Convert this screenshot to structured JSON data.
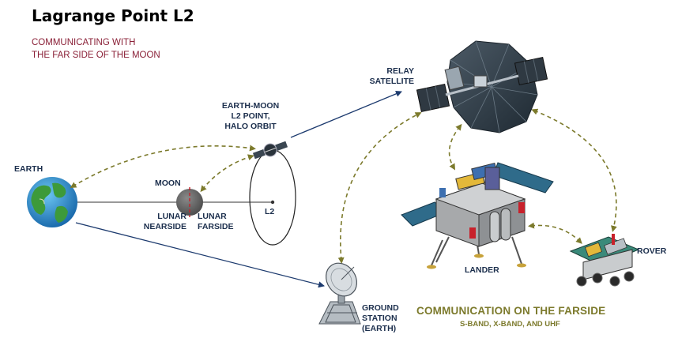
{
  "header": {
    "title": "Lagrange Point L2",
    "subtitle_line1": "COMMUNICATING WITH",
    "subtitle_line2": "THE FAR SIDE OF THE MOON"
  },
  "labels": {
    "earth": "EARTH",
    "moon": "MOON",
    "lunar_nearside_1": "LUNAR",
    "lunar_nearside_2": "NEARSIDE",
    "lunar_farside_1": "LUNAR",
    "lunar_farside_2": "FARSIDE",
    "l2_point_1": "EARTH-MOON",
    "l2_point_2": "L2 POINT,",
    "l2_point_3": "HALO ORBIT",
    "l2": "L2",
    "relay_1": "RELAY",
    "relay_2": "SATELLITE",
    "ground_1": "GROUND",
    "ground_2": "STATION",
    "ground_3": "(EARTH)",
    "lander": "LANDER",
    "rover": "ROVER"
  },
  "farside": {
    "title": "COMMUNICATION ON THE FARSIDE",
    "bands": "S-BAND, X-BAND, AND UHF"
  },
  "colors": {
    "navy": "#1c3a6e",
    "dash_link": "#7c7a2c",
    "title_red": "#8a2037"
  }
}
